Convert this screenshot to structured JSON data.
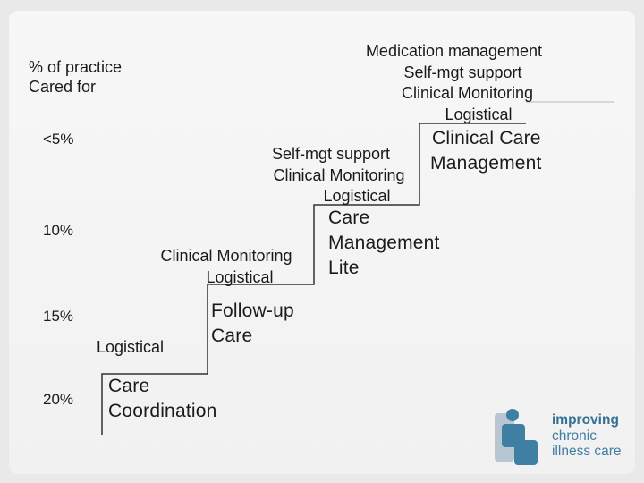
{
  "axis": {
    "title_line1": "% of practice",
    "title_line2": "Cared for",
    "levels": [
      "<5%",
      "10%",
      "15%",
      "20%"
    ]
  },
  "steps": [
    {
      "components": [
        "Logistical"
      ],
      "level_name": [
        "Care",
        "Coordination"
      ]
    },
    {
      "components": [
        "Clinical Monitoring",
        "Logistical"
      ],
      "level_name": [
        "Follow-up",
        "Care"
      ]
    },
    {
      "components": [
        "Self-mgt support",
        "Clinical Monitoring",
        "Logistical"
      ],
      "level_name": [
        "Care",
        "Management",
        "Lite"
      ]
    },
    {
      "components": [
        "Medication management",
        "Self-mgt support",
        "Clinical Monitoring",
        "Logistical"
      ],
      "level_name": [
        "Clinical Care",
        "Management"
      ]
    }
  ],
  "logo": {
    "line1": "improving",
    "line2": "chronic",
    "line3": "illness care",
    "color": "#3f7fa3"
  },
  "colors": {
    "background": "#e9e9e9",
    "card": "#f4f4f4",
    "stairs": "#333333",
    "text": "#1a1a1a"
  }
}
